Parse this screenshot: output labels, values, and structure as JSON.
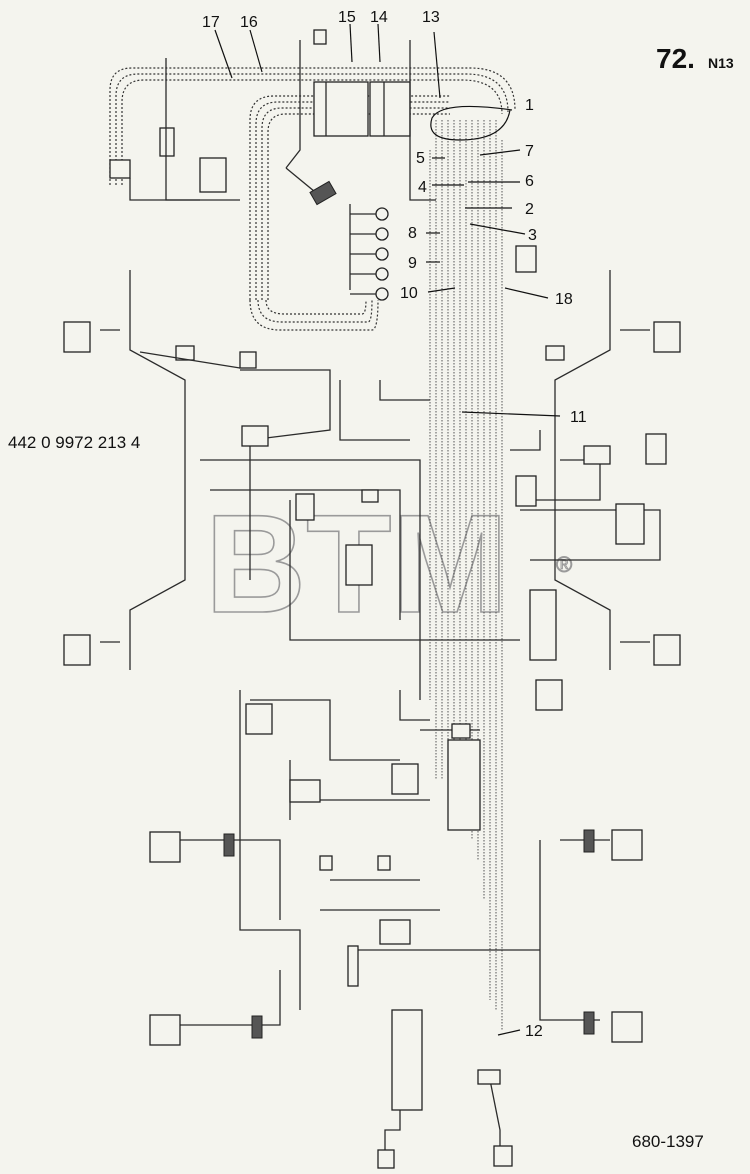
{
  "page": {
    "number": "72.",
    "section": "N13"
  },
  "part_number": "442 0 9972 213 4",
  "drawing_number": "680-1397",
  "watermark": {
    "text": "BTM",
    "mark": "®"
  },
  "callouts": [
    "1",
    "2",
    "3",
    "4",
    "5",
    "6",
    "7",
    "8",
    "9",
    "10",
    "11",
    "12",
    "13",
    "14",
    "15",
    "16",
    "17",
    "18"
  ]
}
